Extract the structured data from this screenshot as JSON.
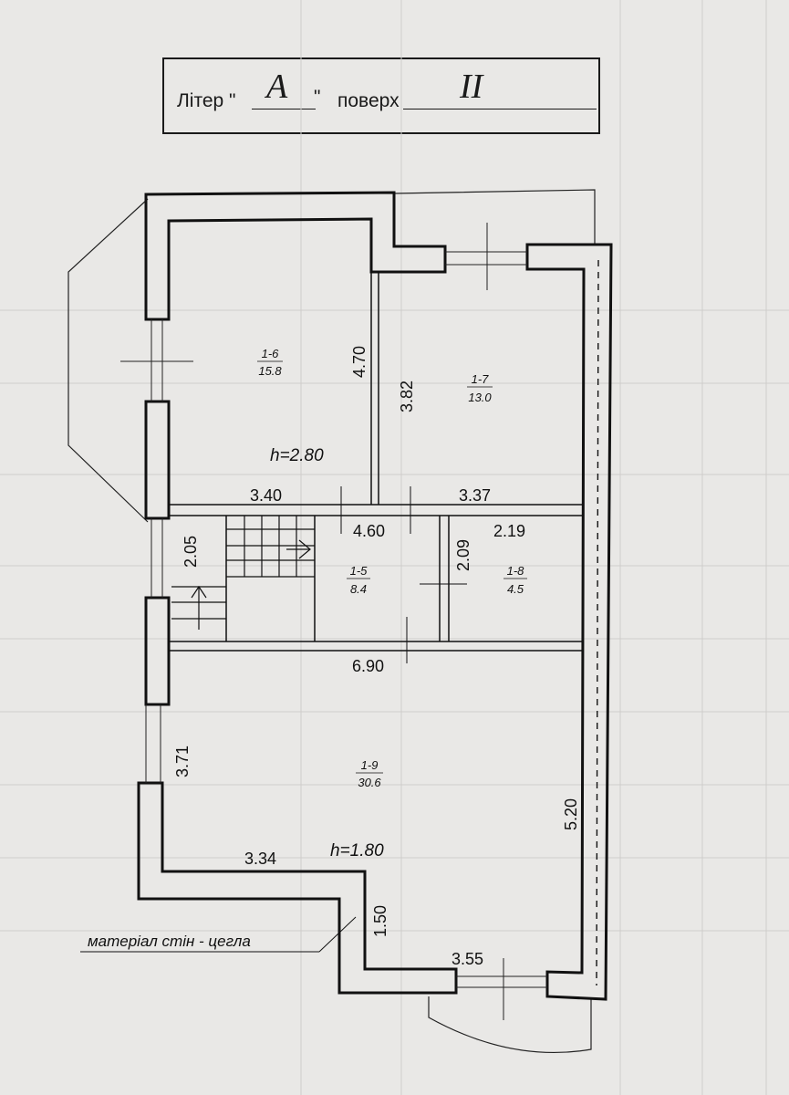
{
  "header": {
    "liter_label": "Літер \"",
    "liter_value": "A",
    "liter_close": "\"",
    "floor_label": "поверх",
    "floor_value": "II"
  },
  "rooms": [
    {
      "id": "1-6",
      "area": "15.8"
    },
    {
      "id": "1-7",
      "area": "13.0"
    },
    {
      "id": "1-5",
      "area": "8.4"
    },
    {
      "id": "1-8",
      "area": "4.5"
    },
    {
      "id": "1-9",
      "area": "30.6"
    }
  ],
  "heights": {
    "upper": "h=2.80",
    "lower": "h=1.80"
  },
  "dimensions": {
    "d470": "4.70",
    "d382": "3.82",
    "d340": "3.40",
    "d337": "3.37",
    "d460": "4.60",
    "d205": "2.05",
    "d209": "2.09",
    "d219": "2.19",
    "d690": "6.90",
    "d371": "3.71",
    "d520": "5.20",
    "d334": "3.34",
    "d150": "1.50",
    "d355": "3.55"
  },
  "note": "матеріал стін - цегла"
}
